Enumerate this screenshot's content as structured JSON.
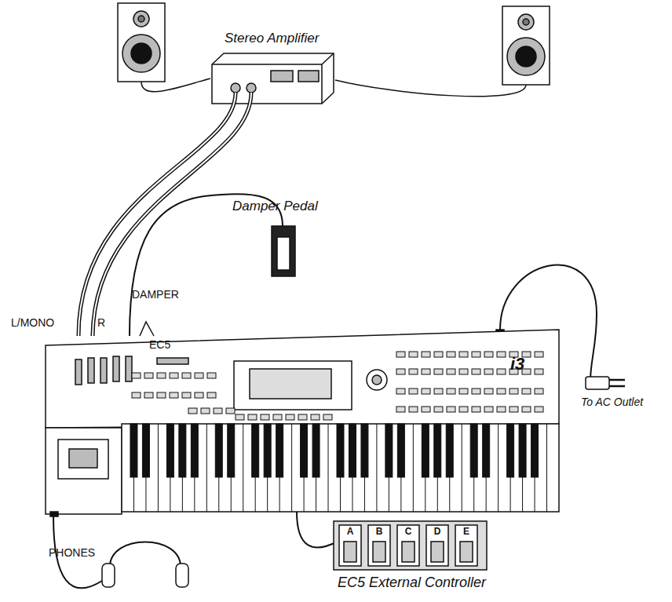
{
  "diagram": {
    "labels": [
      "Stereo Amplifier",
      "Damper Pedal",
      "DAMPER",
      "EC5",
      "L/MONO",
      "R",
      "To AC Outlet",
      "PHONES",
      "EC5 External Controller",
      "i3",
      "A",
      "B",
      "C",
      "D",
      "E"
    ]
  }
}
